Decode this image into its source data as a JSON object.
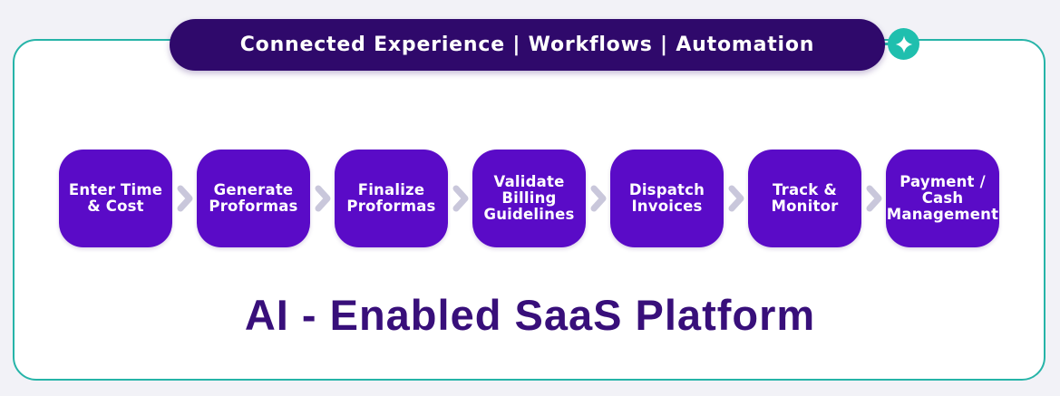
{
  "header": {
    "label": "Connected Experience | Workflows | Automation",
    "sparkle_icon": "four-point-star-icon"
  },
  "workflow": {
    "steps": [
      {
        "label": "Enter Time\n& Cost"
      },
      {
        "label": "Generate\nProformas"
      },
      {
        "label": "Finalize\nProformas"
      },
      {
        "label": "Validate\nBilling\nGuidelines"
      },
      {
        "label": "Dispatch\nInvoices"
      },
      {
        "label": "Track &\nMonitor"
      },
      {
        "label": "Payment /\nCash\nManagement"
      }
    ],
    "connector_icon": "chevron-right-icon"
  },
  "title": {
    "text": "AI - Enabled SaaS Platform"
  },
  "colors": {
    "background": "#f2f2f7",
    "panel_border": "#26b4a8",
    "header_pill": "#2f096b",
    "step_box": "#5a0bc7",
    "arrow": "#c9c7db",
    "sparkle_badge": "#1fbfae",
    "title_text": "#380f7a"
  }
}
